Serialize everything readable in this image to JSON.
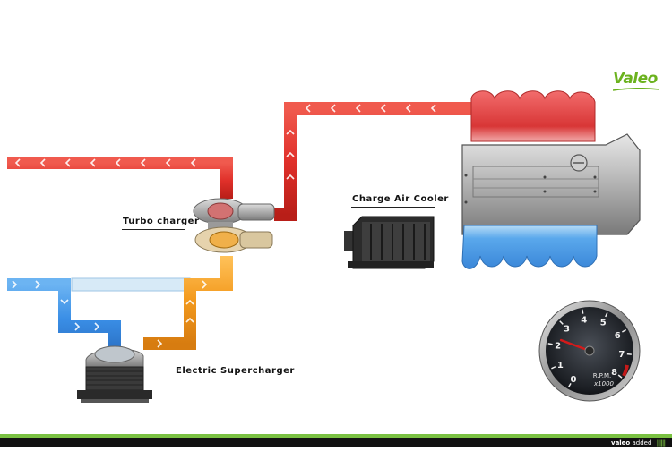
{
  "brand": {
    "name": "Valeo",
    "tagline_strong": "valeo",
    "tagline": "added",
    "accent": "#7ac142"
  },
  "labels": {
    "turbo": "Turbo charger",
    "cooler": "Charge Air Cooler",
    "supercharger": "Electric  Supercharger"
  },
  "gauge": {
    "ticks": [
      "0",
      "1",
      "2",
      "3",
      "4",
      "5",
      "6",
      "7",
      "8"
    ],
    "unit": "R.P.M.",
    "multiplier": "x1000",
    "needle_value": 2.3
  },
  "colors": {
    "exhaust": "#e0302a",
    "intake_cold": "#3a8ee6",
    "compressed_hot": "#f39a1e",
    "intake_light": "#d7eaf7",
    "chevron": "#ffffff"
  }
}
